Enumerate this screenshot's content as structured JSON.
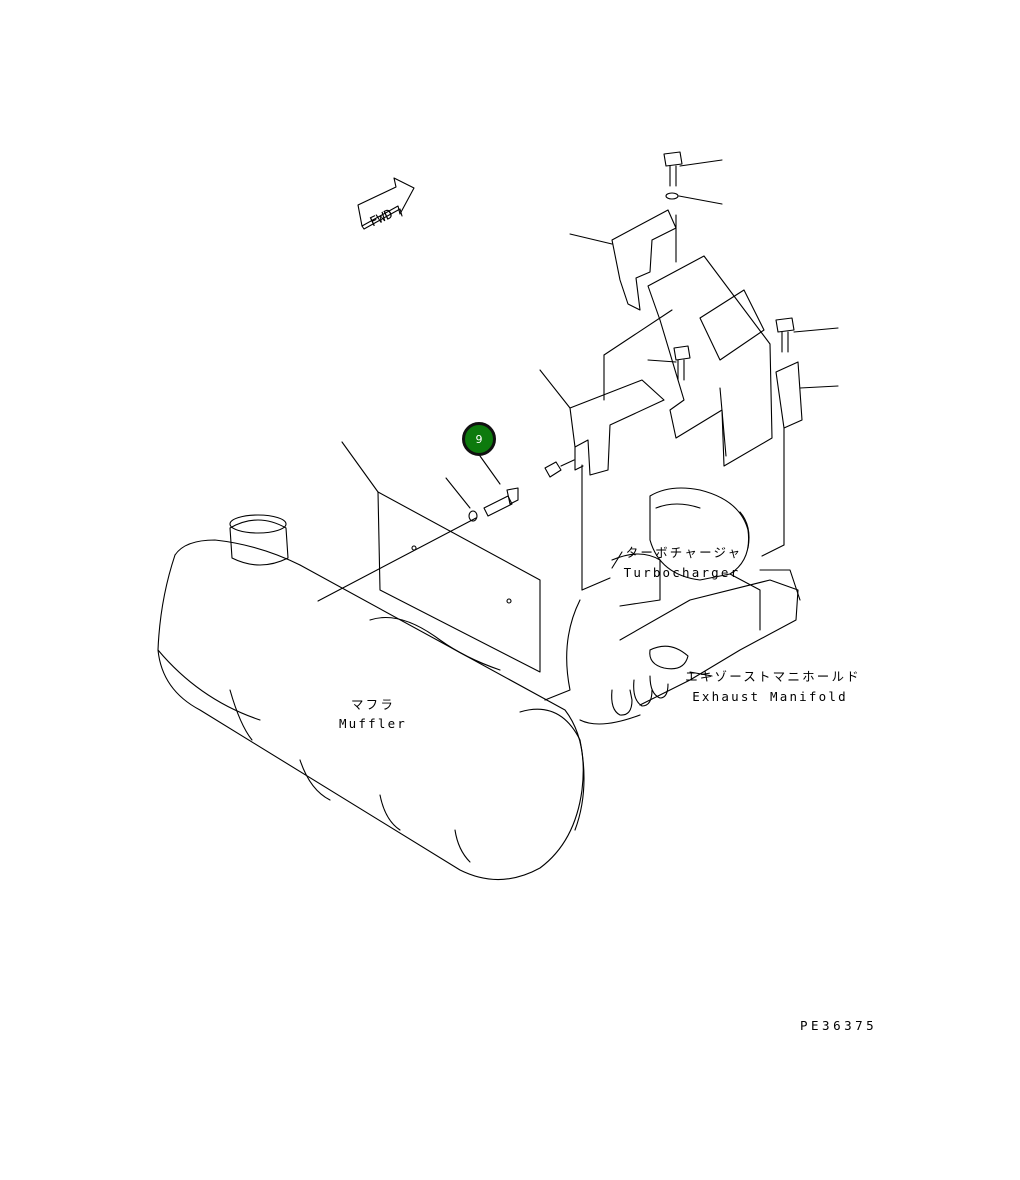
{
  "labels": {
    "turbocharger_jp": "ターボチャージャ",
    "turbocharger_en": "Turbocharger",
    "manifold_jp": "エキゾーストマニホールド",
    "manifold_en": "Exhaust Manifold",
    "muffler_jp": "マフラ",
    "muffler_en": "Muffler",
    "drawing_number": "PE36375"
  },
  "callout": {
    "number": "9",
    "color": "#0d7a0d"
  },
  "icons": {
    "direction": "fwd-arrow-icon"
  }
}
